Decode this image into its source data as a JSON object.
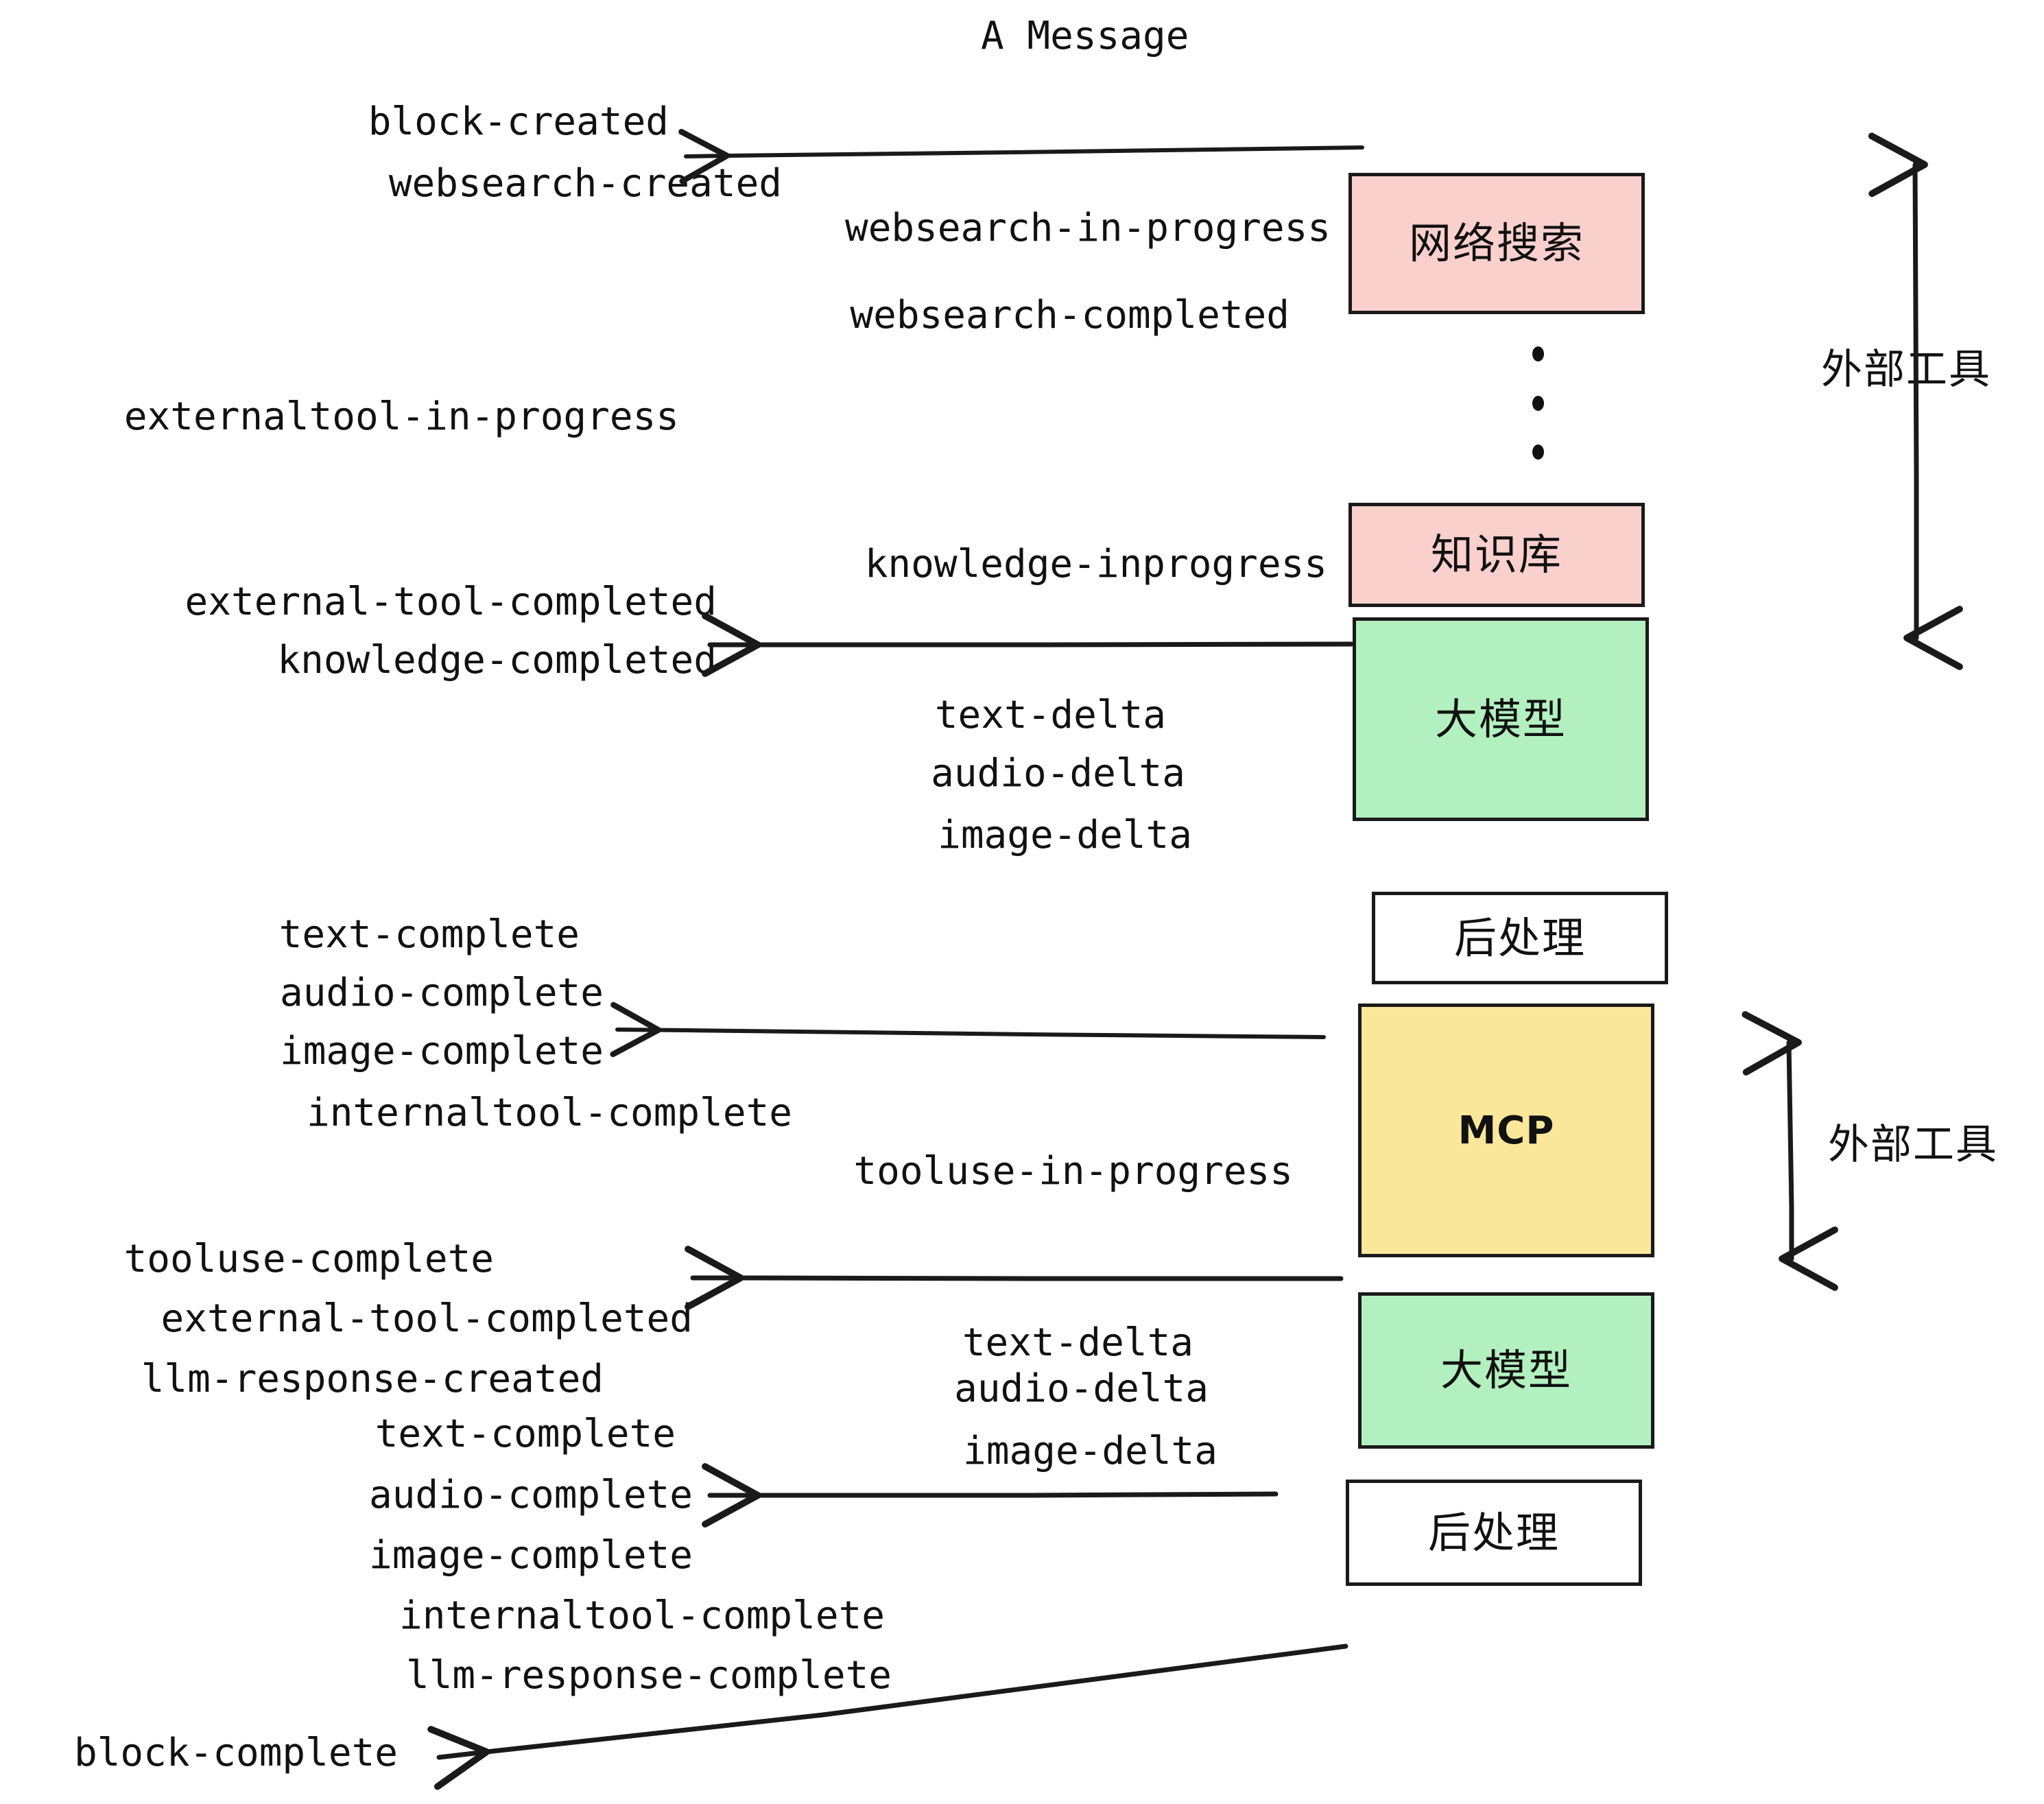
{
  "title": "A Message",
  "colors": {
    "pink": "#fad0cd",
    "green": "#b3f0c0",
    "yellow": "#fae79a",
    "white": "#ffffff",
    "stroke": "#1a1a1a",
    "text": "#111111"
  },
  "boxes": [
    {
      "id": "websearch",
      "label": "网络搜索",
      "fill": "#fad0cd",
      "latin": false
    },
    {
      "id": "knowledge",
      "label": "知识库",
      "fill": "#fad0cd",
      "latin": false
    },
    {
      "id": "llm-1",
      "label": "大模型",
      "fill": "#b3f0c0",
      "latin": false
    },
    {
      "id": "postprocess-1",
      "label": "后处理",
      "fill": "#ffffff",
      "latin": false
    },
    {
      "id": "mcp",
      "label": "MCP",
      "fill": "#fae79a",
      "latin": true
    },
    {
      "id": "llm-2",
      "label": "大模型",
      "fill": "#b3f0c0",
      "latin": false
    },
    {
      "id": "postprocess-2",
      "label": "后处理",
      "fill": "#ffffff",
      "latin": false
    }
  ],
  "side_labels": [
    {
      "id": "external-tools-top",
      "text": "外部工具"
    },
    {
      "id": "external-tools-bottom",
      "text": "外部工具"
    }
  ],
  "events": [
    {
      "id": "block-created",
      "text": "block-created"
    },
    {
      "id": "websearch-created",
      "text": "websearch-created"
    },
    {
      "id": "websearch-in-progress",
      "text": "websearch-in-progress"
    },
    {
      "id": "websearch-completed",
      "text": "websearch-completed"
    },
    {
      "id": "externaltool-in-progress",
      "text": "externaltool-in-progress"
    },
    {
      "id": "knowledge-inprogress",
      "text": "knowledge-inprogress"
    },
    {
      "id": "external-tool-completed-1",
      "text": "external-tool-completed"
    },
    {
      "id": "knowledge-completed",
      "text": "knowledge-completed"
    },
    {
      "id": "text-delta-1",
      "text": "text-delta"
    },
    {
      "id": "audio-delta-1",
      "text": "audio-delta"
    },
    {
      "id": "image-delta-1",
      "text": "image-delta"
    },
    {
      "id": "text-complete-1",
      "text": "text-complete"
    },
    {
      "id": "audio-complete-1",
      "text": "audio-complete"
    },
    {
      "id": "image-complete-1",
      "text": "image-complete"
    },
    {
      "id": "internaltool-complete-1",
      "text": "internaltool-complete"
    },
    {
      "id": "tooluse-in-progress",
      "text": "tooluse-in-progress"
    },
    {
      "id": "tooluse-complete",
      "text": "tooluse-complete"
    },
    {
      "id": "external-tool-completed-2",
      "text": "external-tool-completed"
    },
    {
      "id": "llm-response-created",
      "text": "llm-response-created"
    },
    {
      "id": "text-delta-2",
      "text": "text-delta"
    },
    {
      "id": "audio-delta-2",
      "text": "audio-delta"
    },
    {
      "id": "image-delta-2",
      "text": "image-delta"
    },
    {
      "id": "text-complete-2",
      "text": "text-complete"
    },
    {
      "id": "audio-complete-2",
      "text": "audio-complete"
    },
    {
      "id": "image-complete-2",
      "text": "image-complete"
    },
    {
      "id": "internaltool-complete-2",
      "text": "internaltool-complete"
    },
    {
      "id": "llm-response-complete",
      "text": "llm-response-complete"
    },
    {
      "id": "block-complete",
      "text": "block-complete"
    }
  ]
}
